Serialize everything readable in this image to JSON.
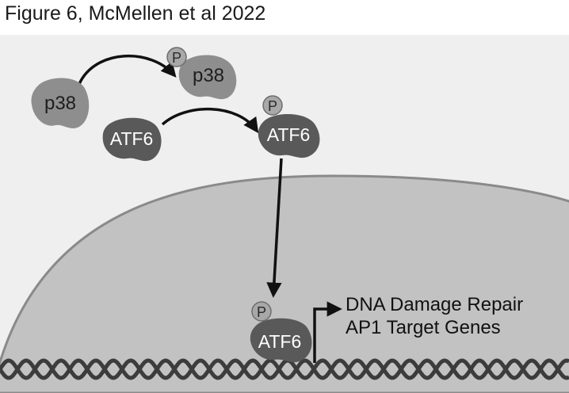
{
  "caption": "Figure 6, McMellen et al 2022",
  "colors": {
    "background": "#efefef",
    "nucleus_fill": "#c2c2c2",
    "nucleus_edge": "#8a8a8a",
    "p38_fill": "#8e8e8e",
    "atf6_fill": "#595959",
    "phospho_fill": "#a8a8a8",
    "arrow": "#111111",
    "dna_strand": "#3c3c3c"
  },
  "molecules": {
    "p38_unphosphorylated": {
      "label": "p38"
    },
    "p38_phosphorylated": {
      "label": "p38",
      "phospho_label": "P"
    },
    "atf6_unphosphorylated": {
      "label": "ATF6"
    },
    "atf6_phosphorylated_cytoplasm": {
      "label": "ATF6",
      "phospho_label": "P"
    },
    "atf6_phosphorylated_nucleus": {
      "label": "ATF6",
      "phospho_label": "P"
    }
  },
  "target_genes": {
    "line1": "DNA Damage Repair",
    "line2": "AP1 Target Genes"
  }
}
